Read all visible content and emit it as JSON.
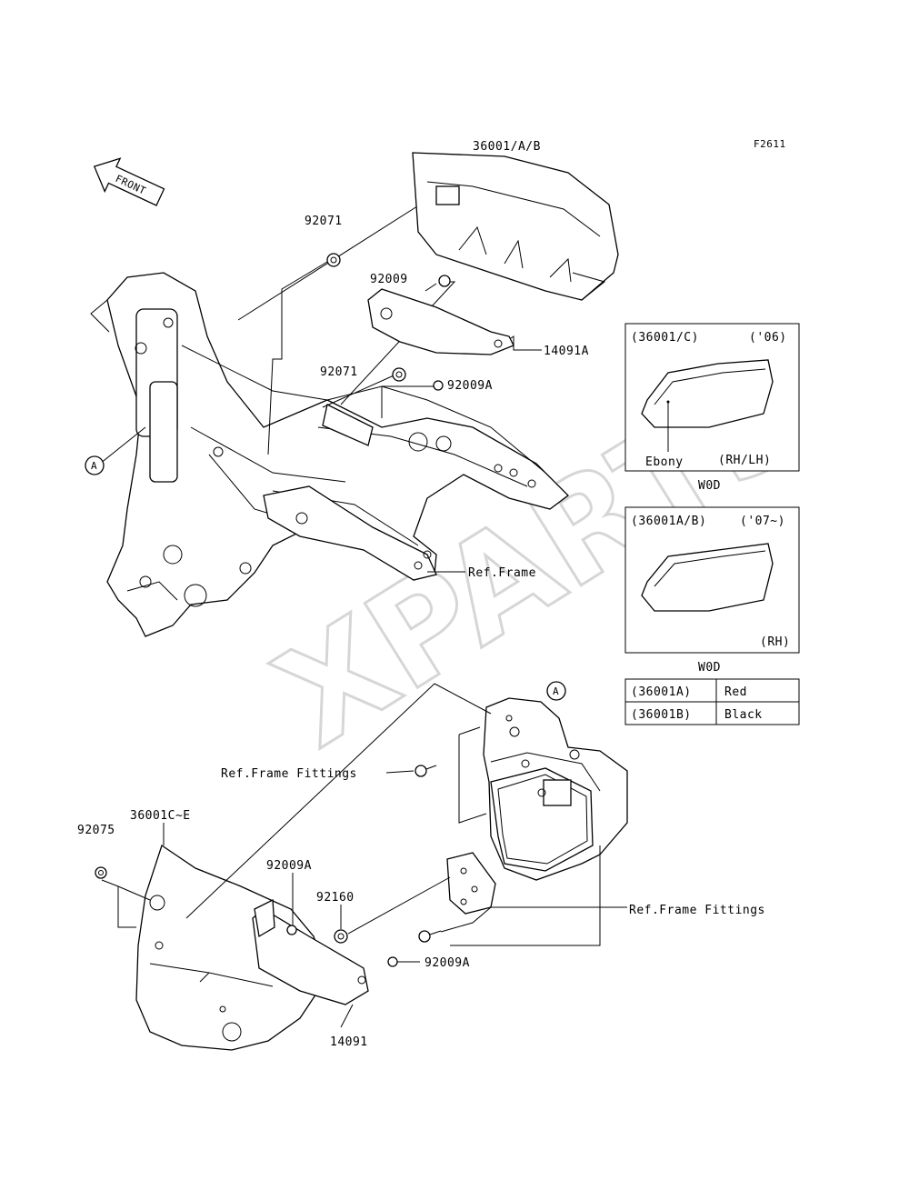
{
  "diagram_code": "F2611",
  "watermark": "XPARTS",
  "direction_label": "FRONT",
  "callouts": {
    "top_cover": "36001/A/B",
    "collar_upper": "92071",
    "bolt_upper": "92009",
    "upper_bracket": "14091A",
    "collar_mid": "92071",
    "bolt_mid": "92009A",
    "ref_frame": "Ref.Frame",
    "ref_A_upper": "A",
    "ref_A_lower": "A",
    "ref_frame_fittings_1": "Ref.Frame Fittings",
    "ref_frame_fittings_2": "Ref.Frame Fittings",
    "cover_lower": "36001C~E",
    "nut_lower": "92075",
    "bolt_lower_1": "92009A",
    "collar_lower": "92160",
    "bolt_lower_2": "92009A",
    "lower_bracket": "14091"
  },
  "inset_1": {
    "code": "(36001/C)",
    "year": "('06)",
    "color_note": "Ebony",
    "side": "(RH/LH)",
    "caption": "W0D"
  },
  "inset_2": {
    "code": "(36001A/B)",
    "year": "('07~)",
    "side": "(RH)",
    "caption": "W0D"
  },
  "color_table": {
    "rows": [
      {
        "code": "(36001A)",
        "color": "Red"
      },
      {
        "code": "(36001B)",
        "color": "Black"
      }
    ]
  }
}
